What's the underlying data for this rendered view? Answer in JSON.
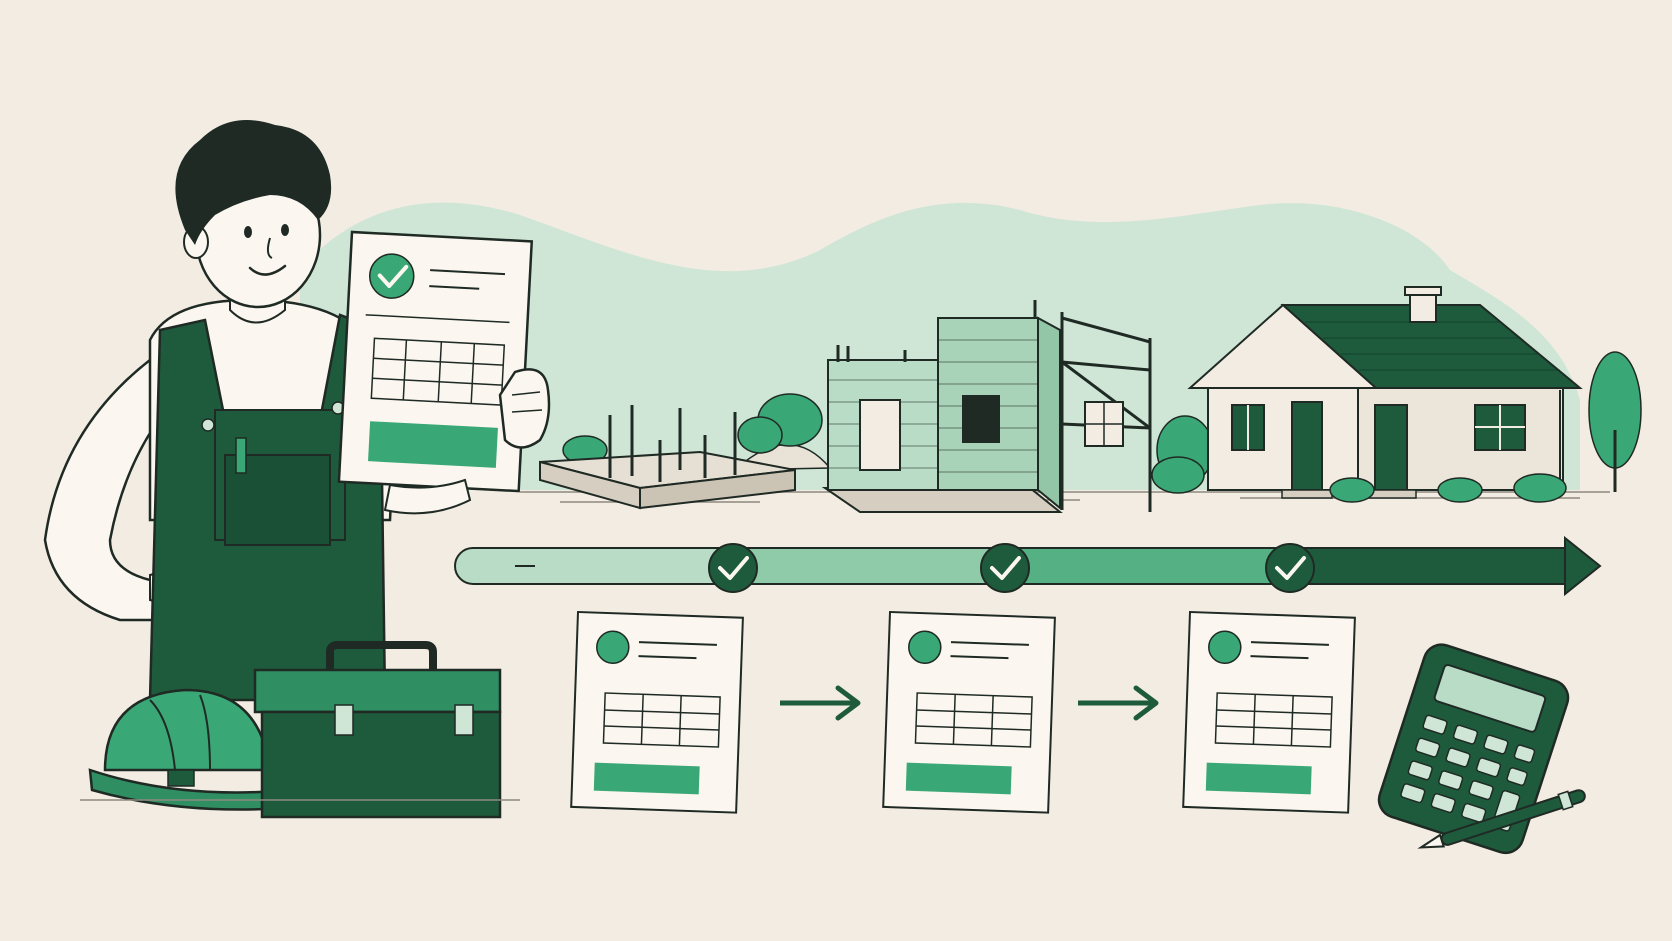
{
  "colors": {
    "background": "#f3ece2",
    "ink": "#1f2a24",
    "dark_green": "#1e5b3c",
    "mid_green": "#3aa876",
    "light_green": "#b9dcc6",
    "pale_green": "#cfe6d6",
    "paper": "#fbf7f0"
  },
  "progress": {
    "milestones_complete": 3,
    "milestones_total": 3
  },
  "icons": [
    "worker",
    "checklist-document-icon",
    "hard-hat-icon",
    "toolbox-icon",
    "foundation-stage",
    "walls-under-construction-stage",
    "finished-house-stage",
    "progress-arrow",
    "check-icon",
    "invoice-document-icon",
    "arrow-right-icon",
    "calculator-icon",
    "pen-icon"
  ]
}
